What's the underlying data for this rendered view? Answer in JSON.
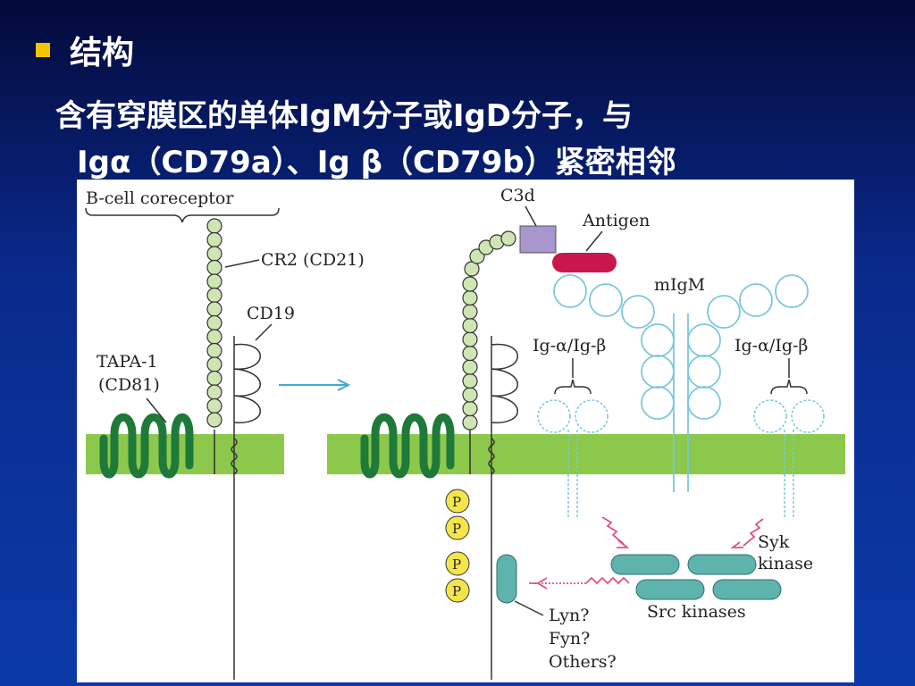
{
  "slide": {
    "heading": "结构",
    "line1": "含有穿膜区的单体IgM分子或IgD分子，与",
    "line2": "Igα（CD79a）、Ig β（CD79b）紧密相邻"
  },
  "diagram": {
    "b_cell_coreceptor": "B-cell coreceptor",
    "cr2": "CR2 (CD21)",
    "cd19": "CD19",
    "tapa1_line1": "TAPA-1",
    "tapa1_line2": "(CD81)",
    "c3d": "C3d",
    "antigen": "Antigen",
    "migm": "mIgM",
    "ig_ab_left": "Ig-α/Ig-β",
    "ig_ab_right": "Ig-α/Ig-β",
    "syk_line1": "Syk",
    "syk_line2": "kinase",
    "src_kinases": "Src kinases",
    "lyn": "Lyn?",
    "fyn": "Fyn?",
    "others": "Others?",
    "phospho": "P",
    "colors": {
      "membrane": "#8cc84b",
      "tapa": "#1f7a3a",
      "cr2_bead": "#cfe6b4",
      "igm": "#7cc7dc",
      "kinase": "#5fb3ad",
      "antigen": "#c8174d",
      "c3d": "#a896cc",
      "phospho": "#f4e54b",
      "arrow_blue": "#3fa9d9",
      "arrow_pink": "#e0508a"
    }
  }
}
